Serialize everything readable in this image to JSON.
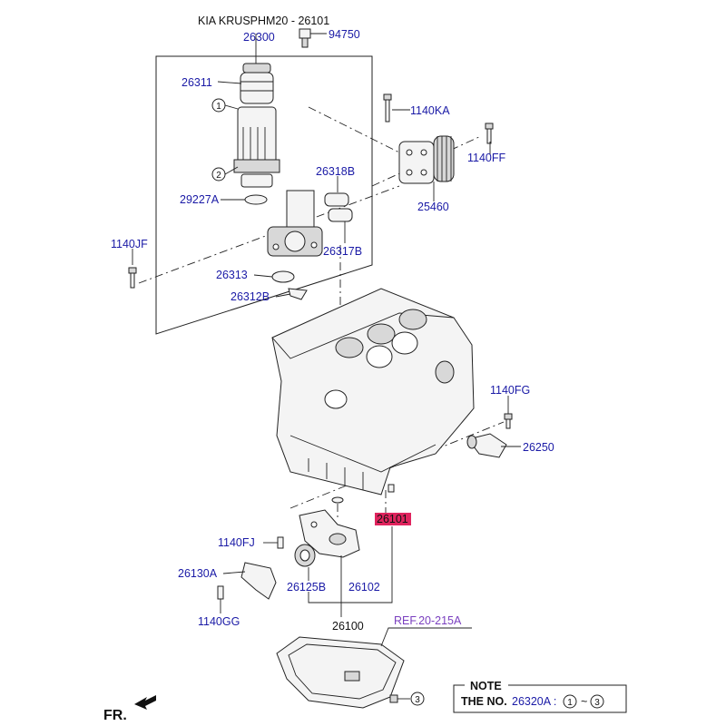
{
  "title": "KIA KRUSPHM20 - 26101",
  "labels": {
    "p26300": "26300",
    "p94750": "94750",
    "p26311": "26311",
    "p1140KA": "1140KA",
    "p1140FF": "1140FF",
    "p26318B": "26318B",
    "p29227A": "29227A",
    "p25460": "25460",
    "p1140JF": "1140JF",
    "p26317B": "26317B",
    "p26313": "26313",
    "p26312B": "26312B",
    "p1140FG": "1140FG",
    "p26250": "26250",
    "p26101": "26101",
    "p1140FJ": "1140FJ",
    "p26130A": "26130A",
    "p26125B": "26125B",
    "p26102": "26102",
    "p1140GG": "1140GG",
    "p26100": "26100",
    "ref": "REF.20-215A"
  },
  "callouts": {
    "c1": "1",
    "c2": "2",
    "c3": "3"
  },
  "note": {
    "heading": "NOTE",
    "prefix": "THE NO.",
    "part": "26320A :",
    "c_from": "1",
    "tilde": "~",
    "c_to": "3"
  },
  "direction": "FR.",
  "colors": {
    "label_blue": "#1a1aa6",
    "highlight": "#e0245e",
    "ref_purple": "#7a3fbf"
  }
}
